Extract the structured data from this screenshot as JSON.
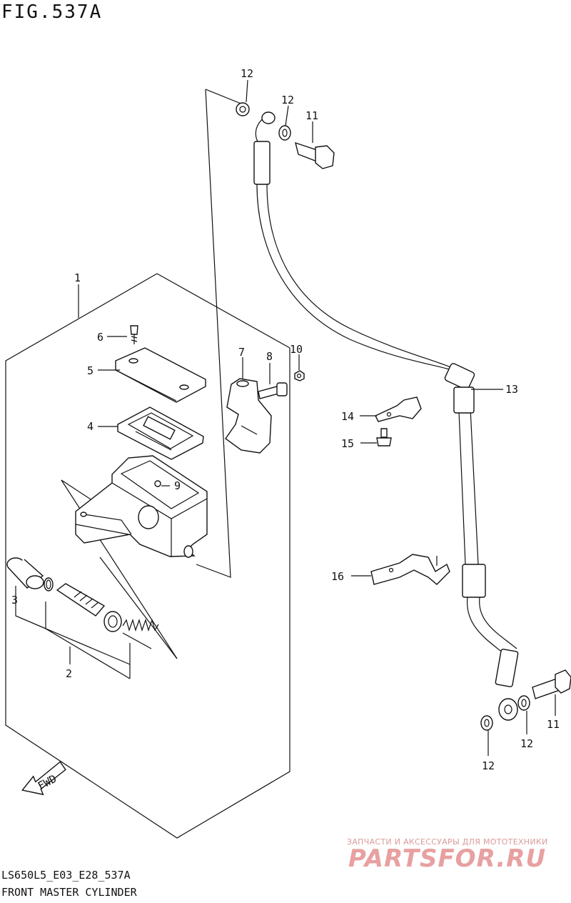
{
  "figure_title": "FIG.537A",
  "diagram_code": "LS650L5_E03_E28_537A",
  "diagram_name": "FRONT MASTER CYLINDER",
  "direction_mark": "FWD",
  "watermark": {
    "tagline": "ЗАПЧАСТИ И АКСЕССУАРЫ ДЛЯ МОТОТЕХНИКИ",
    "logo": "PARTSFOR.RU"
  },
  "callouts": [
    "1",
    "2",
    "3",
    "4",
    "5",
    "6",
    "7",
    "8",
    "9",
    "10",
    "11",
    "11",
    "12",
    "12",
    "12",
    "12",
    "13",
    "14",
    "15",
    "16"
  ]
}
